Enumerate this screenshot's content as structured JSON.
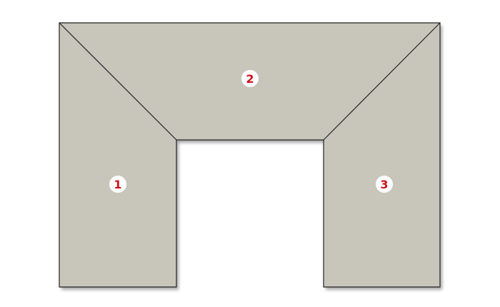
{
  "diagram": {
    "shape": "u-shaped-countertop-layout",
    "colors": {
      "fill": "#c8c6bb",
      "stroke": "#222222",
      "shadow": "#9a9a94",
      "badge_fill": "#ffffff",
      "label_color": "#d0121b"
    },
    "sections": [
      {
        "id": "left",
        "label": "1"
      },
      {
        "id": "top",
        "label": "2"
      },
      {
        "id": "right",
        "label": "3"
      }
    ]
  }
}
